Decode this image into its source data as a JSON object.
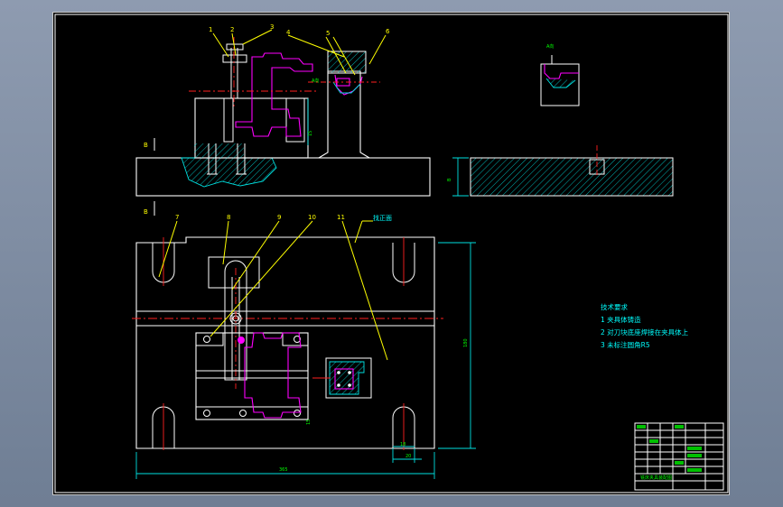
{
  "part_labels": [
    {
      "id": "1",
      "text": "1"
    },
    {
      "id": "2",
      "text": "2"
    },
    {
      "id": "3",
      "text": "3"
    },
    {
      "id": "4",
      "text": "4"
    },
    {
      "id": "5",
      "text": "5"
    },
    {
      "id": "6",
      "text": "6"
    },
    {
      "id": "7",
      "text": "7"
    },
    {
      "id": "8",
      "text": "8"
    },
    {
      "id": "9",
      "text": "9"
    },
    {
      "id": "10",
      "text": "10"
    },
    {
      "id": "11",
      "text": "11"
    }
  ],
  "section_marks": {
    "top": "B",
    "bottom": "B"
  },
  "view_label_top": "A向",
  "side_label_left": "B",
  "annotation_cyan": "找正面",
  "dimensions": {
    "total_width": "365",
    "total_height": "180",
    "slot_small": "18",
    "slot_large": "20",
    "height_small": "15"
  },
  "tech_requirements": {
    "title": "技术要求",
    "items": [
      "1  夹具体铸造",
      "2  对刀块底座焊接在夹具体上",
      "3  未标注圆角R5"
    ]
  },
  "title_block": {
    "title": "铣床夹具装配图",
    "rows": [
      "",
      "",
      "",
      "",
      ""
    ]
  },
  "colors": {
    "background": "#000000",
    "outline": "#ffffff",
    "leader": "#ffff00",
    "part": "#ff00ff",
    "centerline": "#ff2020",
    "hatch": "#00e0e0",
    "text": "#00ffff"
  }
}
